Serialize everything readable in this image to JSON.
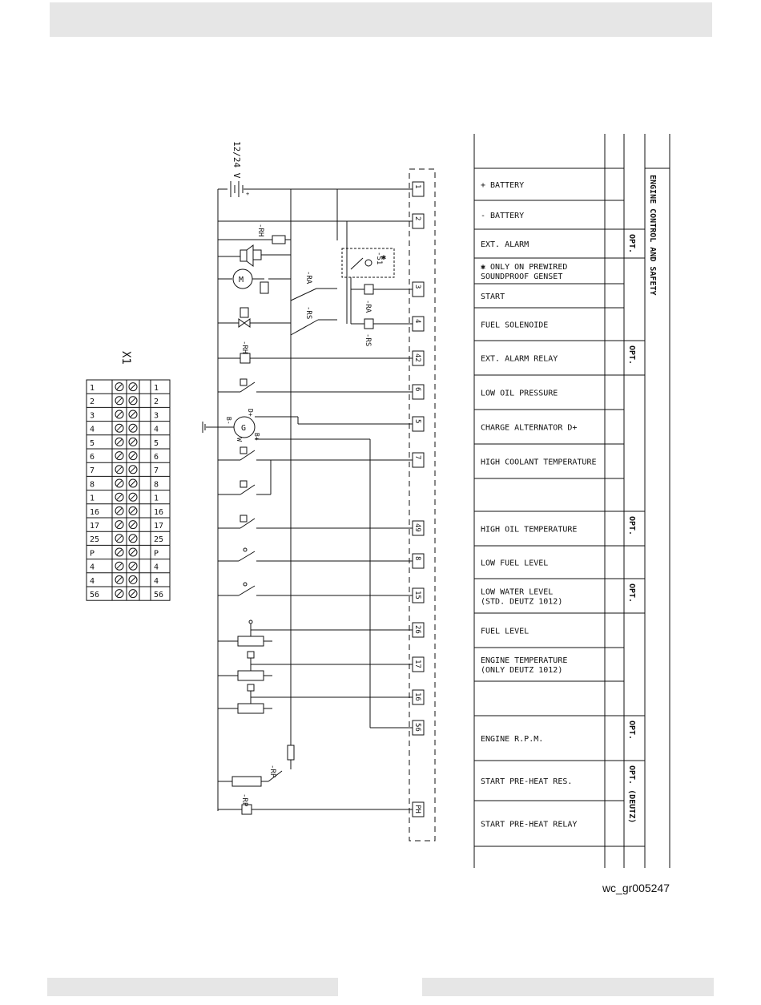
{
  "diagram": {
    "supply_label": "12/24 V",
    "relays": {
      "rh": "-RH",
      "ra": "-RA",
      "rs": "-RS",
      "rp": "-RP",
      "s1": "-S1",
      "star": "✱"
    },
    "generator": {
      "g": "G",
      "d_plus": "D+",
      "b_plus": "B+",
      "b_minus": "B-",
      "w": "W"
    },
    "motor_label": "M",
    "terminal_numbers": [
      "1",
      "2",
      "3",
      "4",
      "42",
      "6",
      "5",
      "7",
      "49",
      "8",
      "15",
      "26",
      "17",
      "16",
      "56",
      "PH"
    ],
    "connector": {
      "title": "X1",
      "rows": [
        {
          "left": "1",
          "right": "1"
        },
        {
          "left": "2",
          "right": "2"
        },
        {
          "left": "3",
          "right": "3"
        },
        {
          "left": "4",
          "right": "4"
        },
        {
          "left": "5",
          "right": "5"
        },
        {
          "left": "6",
          "right": "6"
        },
        {
          "left": "7",
          "right": "7"
        },
        {
          "left": "8",
          "right": "8"
        },
        {
          "left": "1",
          "right": "1"
        },
        {
          "left": "16",
          "right": "16"
        },
        {
          "left": "17",
          "right": "17"
        },
        {
          "left": "25",
          "right": "25"
        },
        {
          "left": "P",
          "right": "P"
        },
        {
          "left": "4",
          "right": "4"
        },
        {
          "left": "4",
          "right": "4"
        },
        {
          "left": "56",
          "right": "56"
        }
      ]
    },
    "legend": {
      "section_title": "ENGINE CONTROL AND SAFETY",
      "opt": "OPT.",
      "opt_deutz": "OPT. (DEUTZ)",
      "rows": [
        {
          "lines": [
            "+ BATTERY"
          ]
        },
        {
          "lines": [
            "- BATTERY"
          ]
        },
        {
          "lines": [
            "EXT. ALARM"
          ]
        },
        {
          "lines": [
            "✱ ONLY ON PREWIRED",
            "  SOUNDPROOF GENSET"
          ]
        },
        {
          "lines": [
            "START"
          ]
        },
        {
          "lines": [
            "FUEL SOLENOIDE"
          ]
        },
        {
          "lines": [
            "EXT. ALARM RELAY"
          ]
        },
        {
          "lines": [
            "LOW OIL PRESSURE"
          ]
        },
        {
          "lines": [
            "CHARGE ALTERNATOR D+"
          ]
        },
        {
          "lines": [
            "HIGH COOLANT TEMPERATURE"
          ]
        },
        {
          "lines": [
            ""
          ]
        },
        {
          "lines": [
            "HIGH OIL TEMPERATURE"
          ]
        },
        {
          "lines": [
            "LOW FUEL LEVEL"
          ]
        },
        {
          "lines": [
            "LOW WATER LEVEL",
            "(STD. DEUTZ 1012)"
          ]
        },
        {
          "lines": [
            "FUEL LEVEL"
          ]
        },
        {
          "lines": [
            "ENGINE TEMPERATURE",
            "(ONLY DEUTZ 1012)"
          ]
        },
        {
          "lines": [
            ""
          ]
        },
        {
          "lines": [
            "ENGINE R.P.M."
          ]
        },
        {
          "lines": [
            "START PRE-HEAT RES."
          ]
        },
        {
          "lines": [
            "START PRE-HEAT RELAY"
          ]
        }
      ]
    }
  },
  "figure_id": "wc_gr005247"
}
